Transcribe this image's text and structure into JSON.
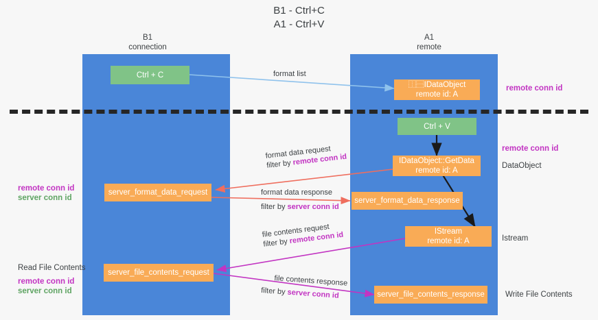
{
  "title": "B1 - Ctrl+C\nA1 - Ctrl+V",
  "columns": [
    {
      "name": "b1",
      "line1": "B1",
      "line2": "connection"
    },
    {
      "name": "a1",
      "line1": "A1",
      "line2": "remote"
    }
  ],
  "nodes": {
    "ctrl_c": "Ctrl + C",
    "data_object_remote": "⿰⿱IDataObject\nremote id: A",
    "ctrl_v": "Ctrl + V",
    "idataobject_getdata": "IDataObject::GetData\nremote id: A",
    "server_format_data_request": "server_format_data_request",
    "server_format_data_response": "server_format_data_response",
    "istream": "IStream\nremote id: A",
    "server_file_contents_request": "server_file_contents_request",
    "server_file_contents_response": "server_file_contents_response"
  },
  "edges": {
    "format_list": "format list",
    "format_data_request_l1": "format data request",
    "format_data_request_l2_pre": "filter by ",
    "format_data_request_l2_hl": "remote conn id",
    "format_data_response_l1": "format data response",
    "format_data_response_l2_pre": "filter by ",
    "format_data_response_l2_hl": "server conn id",
    "file_contents_request_l1": "file contents request",
    "file_contents_request_l2_pre": "filter by ",
    "file_contents_request_l2_hl": "remote conn id",
    "file_contents_response_l1": "file contents response",
    "file_contents_response_l2_pre": "filter by ",
    "file_contents_response_l2_hl": "server conn id"
  },
  "annotations": {
    "right_remote_conn_id_top": "remote conn id",
    "right_remote_conn_id_mid": "remote conn id",
    "right_data_object": "DataObject",
    "right_istream": "Istream",
    "right_write_file_contents": "Write File Contents",
    "left_remote_conn_id_mid": "remote conn id",
    "left_server_conn_id_mid": "server conn id",
    "left_read_file_contents": "Read File Contents",
    "left_remote_conn_id_bottom": "remote conn id",
    "left_server_conn_id_bottom": "server conn id"
  },
  "colors": {
    "lane": "#4a86d8",
    "green_box": "#80c387",
    "orange_box": "#f9ab56",
    "purple_text": "#c234c2",
    "green_text": "#5fa463",
    "arrow_blue": "#8fc2ec",
    "arrow_red": "#ef6e5e",
    "arrow_magenta": "#c234c2",
    "arrow_black": "#1a1a1a",
    "background": "#f7f7f7"
  }
}
